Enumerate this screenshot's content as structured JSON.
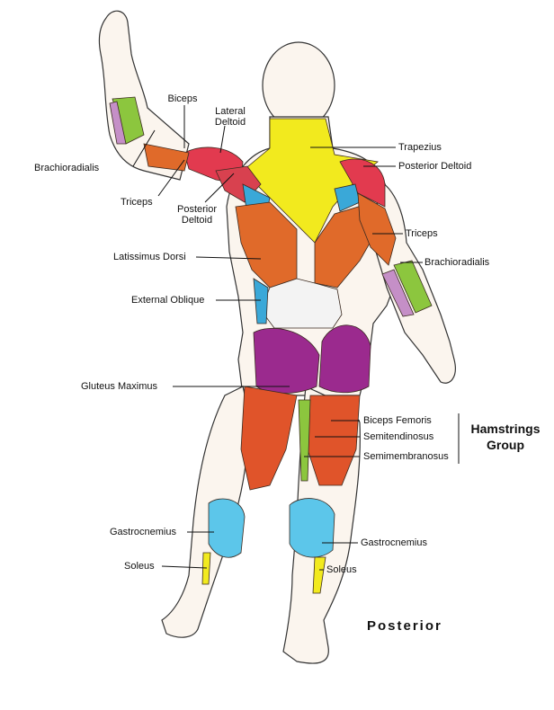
{
  "view_title": "Posterior",
  "labels": {
    "biceps": "Biceps",
    "lateral_deltoid_1": "Lateral",
    "lateral_deltoid_2": "Deltoid",
    "brachioradialis_left": "Brachioradialis",
    "triceps_left": "Triceps",
    "posterior_deltoid_left_1": "Posterior",
    "posterior_deltoid_left_2": "Deltoid",
    "trapezius": "Trapezius",
    "posterior_deltoid_right": "Posterior Deltoid",
    "triceps_right": "Triceps",
    "brachioradialis_right": "Brachioradialis",
    "latissimus_dorsi": "Latissimus Dorsi",
    "external_oblique": "External Oblique",
    "gluteus_maximus": "Gluteus Maximus",
    "biceps_femoris": "Biceps Femoris",
    "semitendinosus": "Semitendinosus",
    "semimembranosus": "Semimembranosus",
    "hamstrings_group_1": "Hamstrings",
    "hamstrings_group_2": "Group",
    "gastrocnemius_left": "Gastrocnemius",
    "gastrocnemius_right": "Gastrocnemius",
    "soleus_left": "Soleus",
    "soleus_right": "Soleus"
  },
  "muscle_colors": {
    "trapezius": "#f2ea1e",
    "deltoid": "#e23a4f",
    "latissimus": "#e06a2a",
    "gluteus": "#9b2a8e",
    "hamstring": "#e0542a",
    "gastrocnemius": "#5cc6ea",
    "forearm_green": "#8cc63e",
    "forearm_lilac": "#c58fc7",
    "teres": "#3aa8d8",
    "lower_back": "#f3f3f3"
  }
}
